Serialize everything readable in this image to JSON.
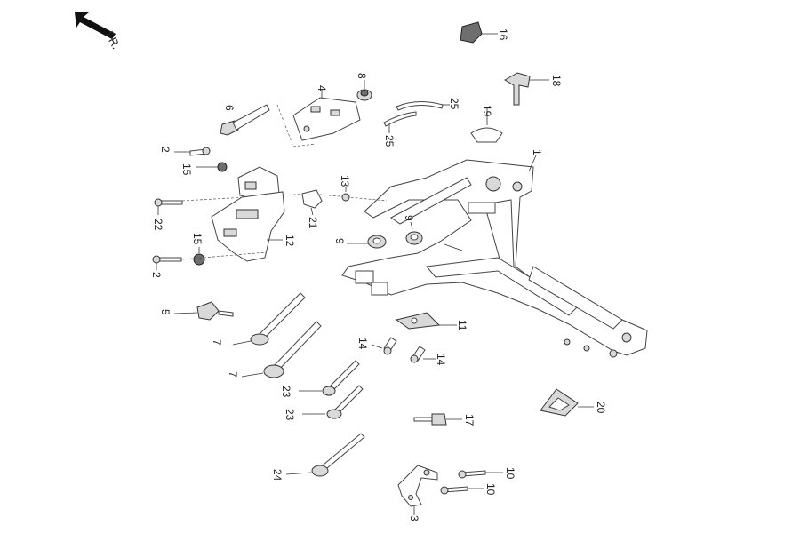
{
  "direction": {
    "label": "FR."
  },
  "callouts": [
    {
      "id": "c1",
      "text": "1"
    },
    {
      "id": "c2a",
      "text": "2"
    },
    {
      "id": "c2b",
      "text": "2"
    },
    {
      "id": "c3",
      "text": "3"
    },
    {
      "id": "c4",
      "text": "4"
    },
    {
      "id": "c5",
      "text": "5"
    },
    {
      "id": "c6",
      "text": "6"
    },
    {
      "id": "c7a",
      "text": "7"
    },
    {
      "id": "c7b",
      "text": "7"
    },
    {
      "id": "c8",
      "text": "8"
    },
    {
      "id": "c9a",
      "text": "9"
    },
    {
      "id": "c9b",
      "text": "9"
    },
    {
      "id": "c10a",
      "text": "10"
    },
    {
      "id": "c10b",
      "text": "10"
    },
    {
      "id": "c11",
      "text": "11"
    },
    {
      "id": "c12",
      "text": "12"
    },
    {
      "id": "c13",
      "text": "13"
    },
    {
      "id": "c14a",
      "text": "14"
    },
    {
      "id": "c14b",
      "text": "14"
    },
    {
      "id": "c15a",
      "text": "15"
    },
    {
      "id": "c15b",
      "text": "15"
    },
    {
      "id": "c16",
      "text": "16"
    },
    {
      "id": "c17",
      "text": "17"
    },
    {
      "id": "c18",
      "text": "18"
    },
    {
      "id": "c19",
      "text": "19"
    },
    {
      "id": "c20",
      "text": "20"
    },
    {
      "id": "c21",
      "text": "21"
    },
    {
      "id": "c22",
      "text": "22"
    },
    {
      "id": "c23a",
      "text": "23"
    },
    {
      "id": "c23b",
      "text": "23"
    },
    {
      "id": "c24",
      "text": "24"
    },
    {
      "id": "c25a",
      "text": "25"
    },
    {
      "id": "c25b",
      "text": "25"
    }
  ]
}
